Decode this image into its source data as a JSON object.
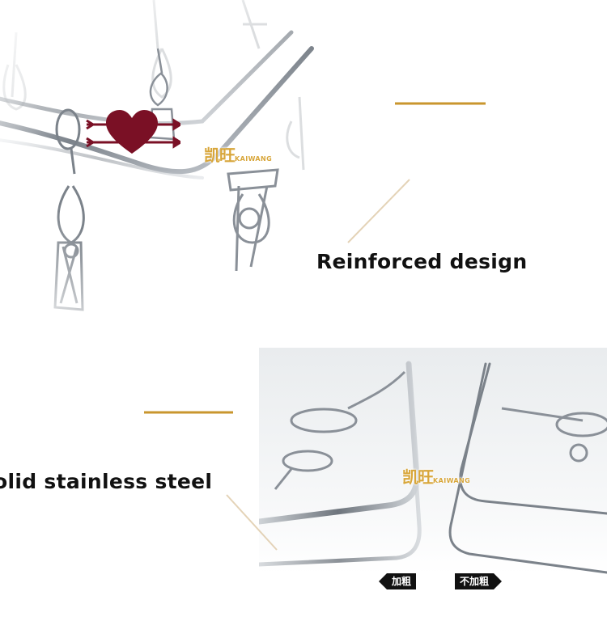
{
  "section_top": {
    "caption": "Reinforced design",
    "logo": {
      "cn": "凯旺",
      "en": "KAIWANG"
    }
  },
  "section_bottom": {
    "caption": "olid stainless steel",
    "logo": {
      "cn": "凯旺",
      "en": "KAIWANG"
    },
    "tags": {
      "left": "加粗",
      "right": "不加粗"
    }
  },
  "colors": {
    "heart": "#7a1025",
    "gold_accent": "#c9962e",
    "steel": "#8a8f96"
  },
  "icons": [
    "heart-arrow-icon"
  ]
}
